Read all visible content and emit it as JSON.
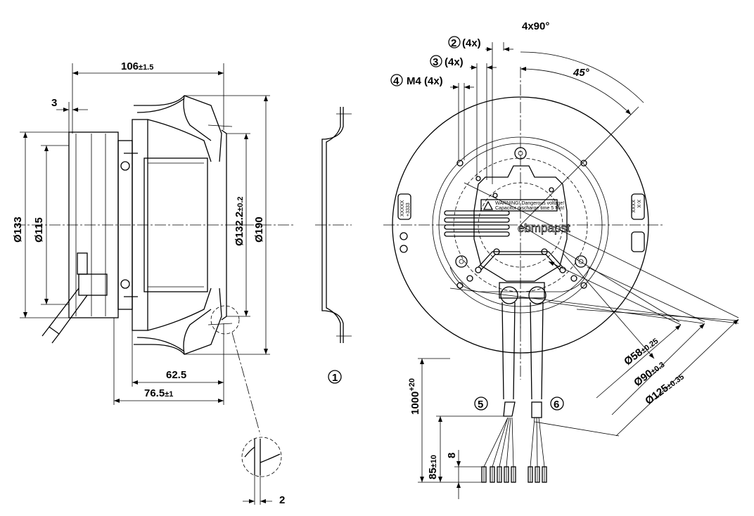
{
  "side_view": {
    "dim_overall_length": "106",
    "dim_overall_length_tol": "±1.5",
    "dim_flange_offset": "3",
    "dim_diameter_housing": "Ø133",
    "dim_diameter_inner": "Ø115",
    "dim_diameter_inlet": "Ø132.2",
    "dim_diameter_inlet_tol": "±0.2",
    "dim_diameter_impeller": "Ø190",
    "dim_length_impeller": "62.5",
    "dim_length_total": "76.5",
    "dim_length_total_tol": "±1",
    "detail_thickness": "2"
  },
  "inlet_ring_callout": "1",
  "front_view": {
    "angle_pattern": "4x90°",
    "angle_offset": "45°",
    "callout_2": "2",
    "callout_2_label": "(4x)",
    "callout_3": "3",
    "callout_3_label": "(4x)",
    "callout_4": "4",
    "callout_4_label": "M4 (4x)",
    "dim_d58": "Ø58",
    "dim_d58_tol": "±0.25",
    "dim_d90": "Ø90",
    "dim_d90_tol": "±0.3",
    "dim_d125": "Ø125",
    "dim_d125_tol": "±0.35",
    "label_left_1": "XXXXX",
    "label_left_2": "+3333",
    "label_right_1": "X-X",
    "label_right_2": "XXXX",
    "warning_1": "WARNING! Dangerous voltage!",
    "warning_2": "Capacitor discharge time 5 Min!",
    "logo": "ebmpapst"
  },
  "cables": {
    "callout_5": "5",
    "callout_6": "6",
    "dim_cable_length": "1000",
    "dim_cable_length_tol": "+20",
    "dim_strip_length": "85",
    "dim_strip_length_tol": "±10",
    "dim_ferrule_length": "8"
  }
}
